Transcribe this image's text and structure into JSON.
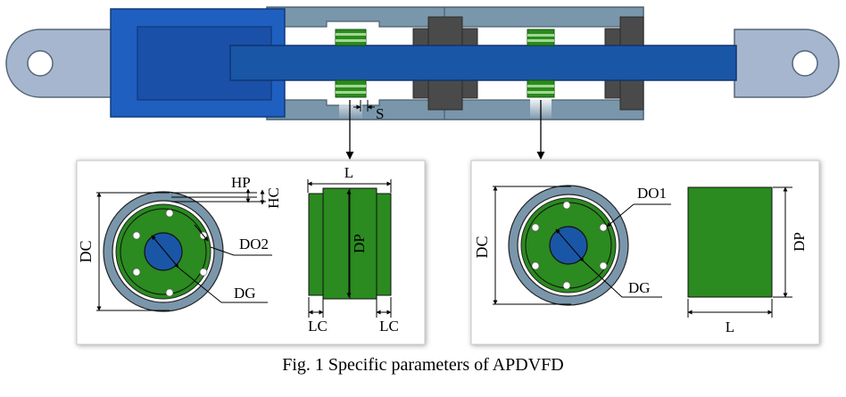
{
  "caption": "Fig. 1 Specific parameters of APDVFD",
  "labels": {
    "s": "S",
    "panel1": {
      "hp": "HP",
      "hc": "HC",
      "dc": "DC",
      "do2": "DO2",
      "dg": "DG",
      "l": "L",
      "dp": "DP",
      "lc_left": "LC",
      "lc_right": "LC"
    },
    "panel2": {
      "do1": "DO1",
      "dc": "DC",
      "dg": "DG",
      "dp": "DP",
      "l": "L"
    }
  },
  "colors": {
    "cylinder_blue": "#1f5fbf",
    "rod_blue": "#1a56a6",
    "housing_gray_blue": "#7a96ab",
    "lug_gray": "#a7b6cf",
    "piston_green": "#2b8a20",
    "dark_block": "#4a4a4a",
    "panel_border": "#c8c8c8"
  }
}
